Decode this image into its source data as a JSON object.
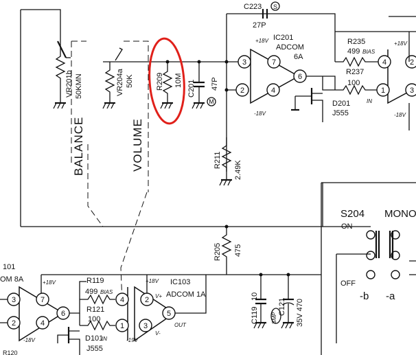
{
  "labels": {
    "c223": "C223",
    "c223_mark": "S",
    "c223_val": "27P",
    "ic201": "IC201",
    "ic201_part": "ADCOM",
    "ic201_unit": "6A",
    "r235": "R235",
    "r235_val": "499",
    "r235_bias": "BIAS",
    "r237": "R237",
    "r237_val": "100",
    "r237_in": "IN",
    "d201": "D201",
    "d201_part": "J555",
    "r209": "R209",
    "r209_val": "10M",
    "c201": "C201",
    "c201_val": "47P",
    "c201_mark": "M",
    "vr201b": "VR201b",
    "vr201b_val": "50KMN",
    "vr204a": "VR204a",
    "vr204a_val": "50K",
    "balance": "BALANCE",
    "volume": "VOLUME",
    "r211": "R211",
    "r211_val": "2.49K",
    "r205": "R205",
    "r205_val": "475",
    "s204": "S204",
    "s204_mono": "MONO",
    "s204_on": "ON",
    "s204_off": "OFF",
    "s204_b": "-b",
    "s204_a": "-a",
    "ic101": "101",
    "ic101_part": "OM 8A",
    "r119": "R119",
    "r119_val": "499",
    "r119_bias": "BIAS",
    "r121": "R121",
    "r121_val": "100",
    "r121_in": "IN",
    "d101": "D101",
    "d101_part": "J555",
    "ic103": "IC103",
    "ic103_part": "ADCOM 1A",
    "ic103_out": "OUT",
    "c119": "C119",
    "c119_val": "10",
    "c121": "C121",
    "c121_val": "35V 470",
    "c121_mark": "SMP",
    "pos18v": "+18V",
    "neg18v": "-18V",
    "neg18v_cap": "-18V",
    "neg19v": "-19V",
    "vplus": "V+",
    "vminus": "V-",
    "r_bottom": "R120"
  },
  "pins": {
    "ic201": [
      "3",
      "7",
      "2",
      "4",
      "6"
    ],
    "ic2b": [
      "4",
      "1"
    ],
    "ic2c": [
      "2",
      "3"
    ],
    "ic101": [
      "3",
      "7",
      "2",
      "4",
      "6"
    ],
    "ic103a": [
      "4",
      "1"
    ],
    "ic103b": [
      "2",
      "3",
      "5"
    ]
  },
  "colors": {
    "ink": "#111111",
    "annotation": "#e0201a",
    "paper": "#ffffff"
  }
}
